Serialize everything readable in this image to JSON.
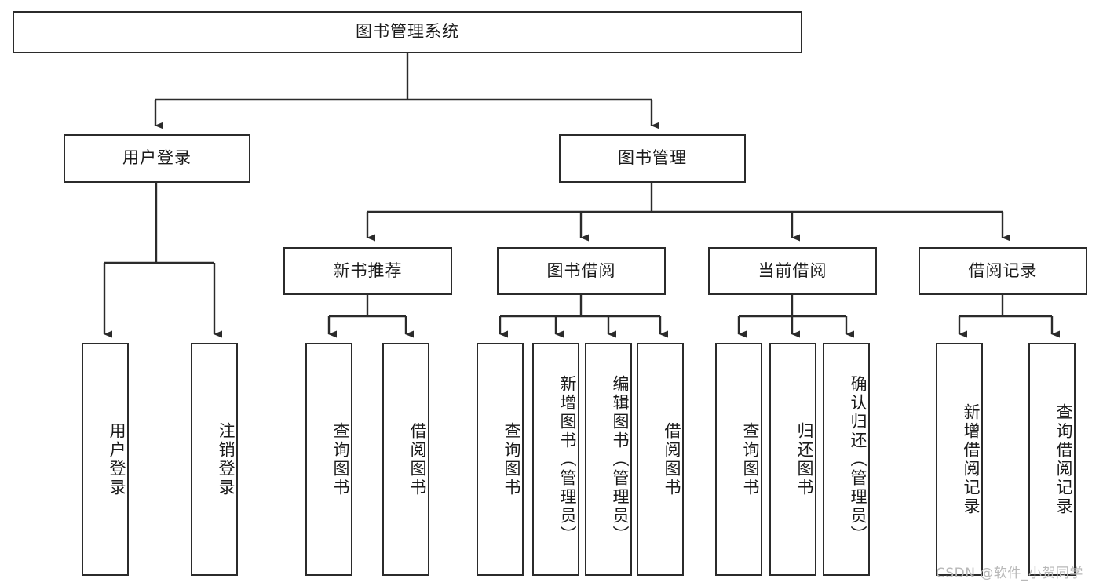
{
  "diagram": {
    "type": "tree",
    "title": "图书管理系统",
    "root": {
      "label": "图书管理系统"
    },
    "level2": [
      {
        "label": "用户登录"
      },
      {
        "label": "图书管理"
      }
    ],
    "level3": [
      {
        "label": "新书推荐"
      },
      {
        "label": "图书借阅"
      },
      {
        "label": "当前借阅"
      },
      {
        "label": "借阅记录"
      }
    ],
    "leaves": {
      "user_login": [
        {
          "label": "用户登录"
        },
        {
          "label": "注销登录"
        }
      ],
      "new_book_recommend": [
        {
          "label": "查询图书"
        },
        {
          "label": "借阅图书"
        }
      ],
      "book_borrow": [
        {
          "label": "查询图书"
        },
        {
          "label": "新增图书（管理员）"
        },
        {
          "label": "编辑图书（管理员）"
        },
        {
          "label": "借阅图书"
        }
      ],
      "current_borrow": [
        {
          "label": "查询图书"
        },
        {
          "label": "归还图书"
        },
        {
          "label": "确认归还（管理员）"
        }
      ],
      "borrow_record": [
        {
          "label": "新增借阅记录"
        },
        {
          "label": "查询借阅记录"
        }
      ]
    }
  },
  "watermark": {
    "text": "CSDN @软件_小贺同学"
  },
  "colors": {
    "border": "#2b2b2b",
    "background": "#ffffff",
    "text": "#1a1a1a",
    "watermark": "#b8b8b8"
  }
}
